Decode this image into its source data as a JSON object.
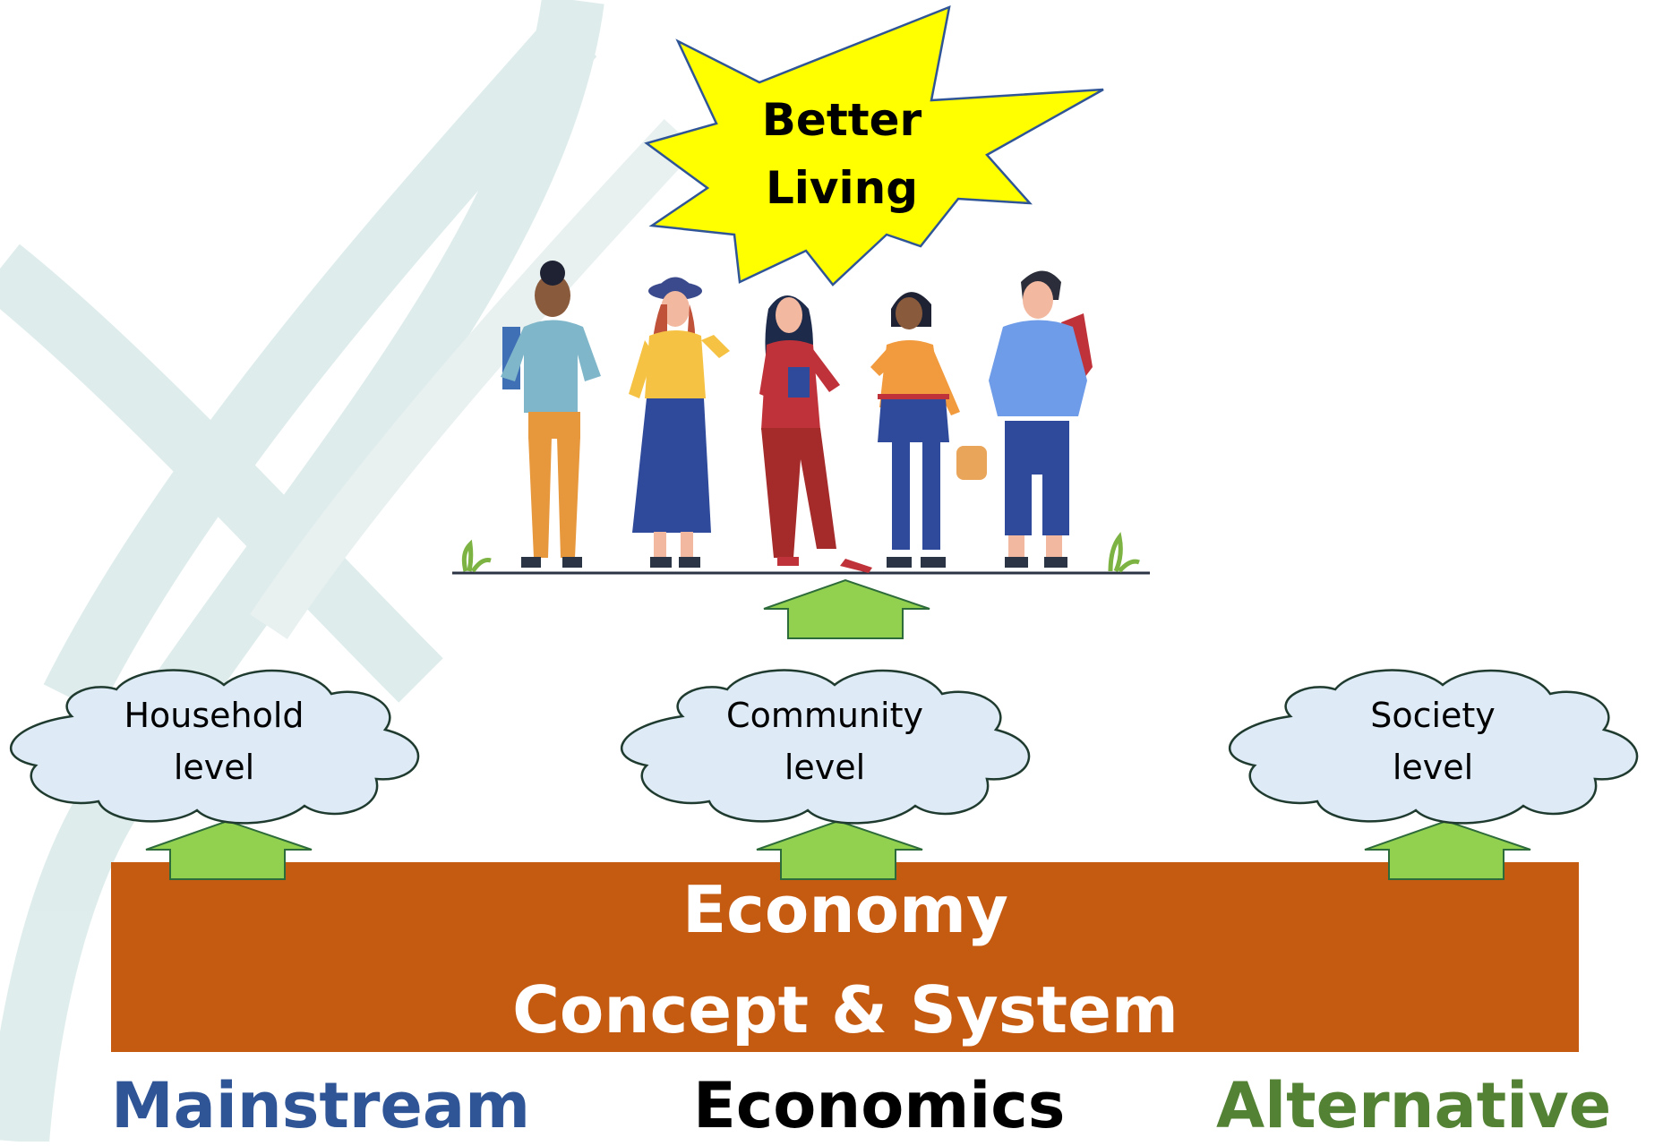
{
  "star": {
    "line1": "Better",
    "line2": "Living"
  },
  "levels": [
    {
      "line1": "Household",
      "line2": "level"
    },
    {
      "line1": "Community",
      "line2": "level"
    },
    {
      "line1": "Society",
      "line2": "level"
    }
  ],
  "economy": {
    "line1": "Economy",
    "line2": "Concept & System"
  },
  "bottom": {
    "left": "Mainstream",
    "center": "Economics",
    "right": "Alternative"
  },
  "colors": {
    "economy_bar": "#C55A11",
    "arrow_fill": "#92D050",
    "cloud_fill": "#DEEBF7",
    "star_fill": "#FFFF00",
    "mainstream": "#2F5597",
    "economics": "#000000",
    "alternative": "#548235",
    "background_swirl": "#DCEBEA"
  },
  "icons": [
    "people-group-illustration",
    "up-arrow-icon",
    "cloud-shape",
    "starburst-shape"
  ]
}
